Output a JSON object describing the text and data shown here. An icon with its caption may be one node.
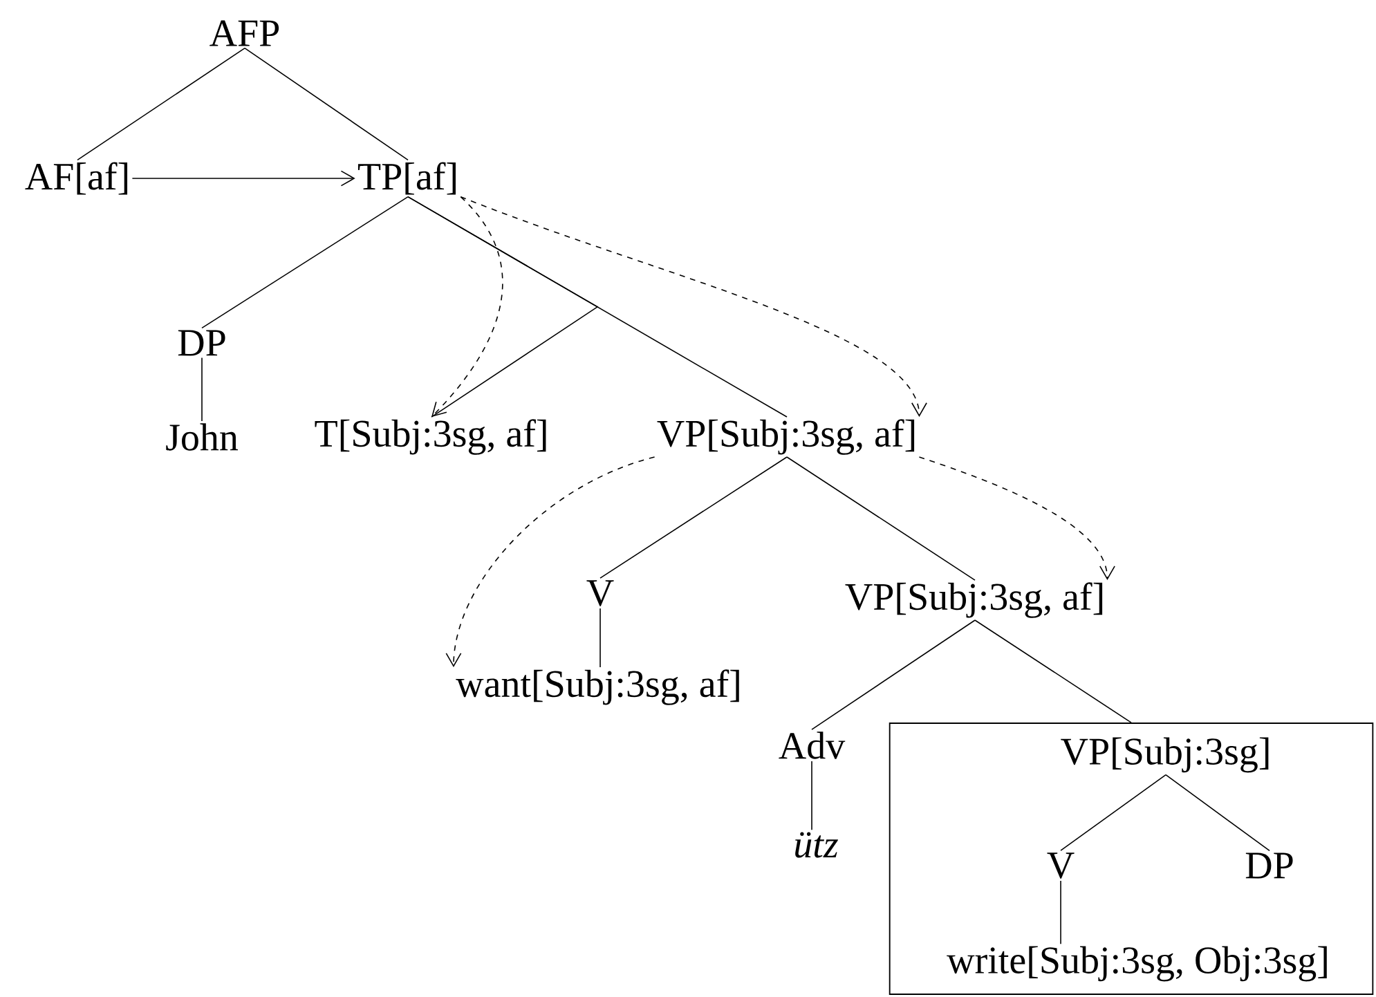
{
  "diagram": {
    "nodes": [
      {
        "text": [
          "AFP"
        ]
      },
      {
        "text": [
          "AF[af]"
        ]
      },
      {
        "text": [
          "TP[af]"
        ]
      },
      {
        "text": [
          "DP"
        ]
      },
      {
        "text": [
          "John"
        ]
      },
      {
        "text": [
          "T[Subj:3sg, af]"
        ]
      },
      {
        "text": [
          "VP[Subj:3sg, af]"
        ]
      },
      {
        "text": [
          "V"
        ]
      },
      {
        "text": [
          "want[Subj:3sg, af]"
        ]
      },
      {
        "text": [
          "VP[Subj:3sg, af]"
        ]
      },
      {
        "text": [
          "Adv"
        ]
      },
      {
        "text": [
          "ütz"
        ]
      },
      {
        "text": [],
        "shape": "box"
      },
      {
        "text": [
          "VP[Subj:3sg]"
        ],
        "in": 12
      },
      {
        "text": [
          "V"
        ],
        "in": 12
      },
      {
        "text": [
          "DP"
        ],
        "in": 12
      },
      {
        "text": [
          "write[Subj:3sg, Obj:3sg]"
        ],
        "in": 12
      }
    ],
    "edges": [
      {
        "from": 0,
        "to": 1,
        "arrow": "none"
      },
      {
        "from": 0,
        "to": 2,
        "arrow": "none"
      },
      {
        "from": 1,
        "to": 2,
        "arrow": "to"
      },
      {
        "from": 2,
        "to": 3,
        "arrow": "none"
      },
      {
        "from": 2,
        "to": 6,
        "arrow": "none"
      },
      {
        "from": 2,
        "to": 5,
        "arrow": "none"
      },
      {
        "from": 3,
        "to": 4,
        "arrow": "none"
      },
      {
        "from": 2,
        "to": 5,
        "arrow": "to",
        "style": "dashed"
      },
      {
        "from": 2,
        "to": 6,
        "arrow": "to",
        "style": "dashed"
      },
      {
        "from": 6,
        "to": 7,
        "arrow": "none"
      },
      {
        "from": 6,
        "to": 9,
        "arrow": "none"
      },
      {
        "from": 6,
        "to": 8,
        "arrow": "to",
        "style": "dashed"
      },
      {
        "from": 6,
        "to": 9,
        "arrow": "to",
        "style": "dashed"
      },
      {
        "from": 7,
        "to": 8,
        "arrow": "none"
      },
      {
        "from": 9,
        "to": 10,
        "arrow": "none"
      },
      {
        "from": 9,
        "to": 12,
        "arrow": "none"
      },
      {
        "from": 10,
        "to": 11,
        "arrow": "none"
      },
      {
        "from": 13,
        "to": 14,
        "arrow": "none"
      },
      {
        "from": 13,
        "to": 15,
        "arrow": "none"
      },
      {
        "from": 14,
        "to": 16,
        "arrow": "none"
      }
    ]
  }
}
